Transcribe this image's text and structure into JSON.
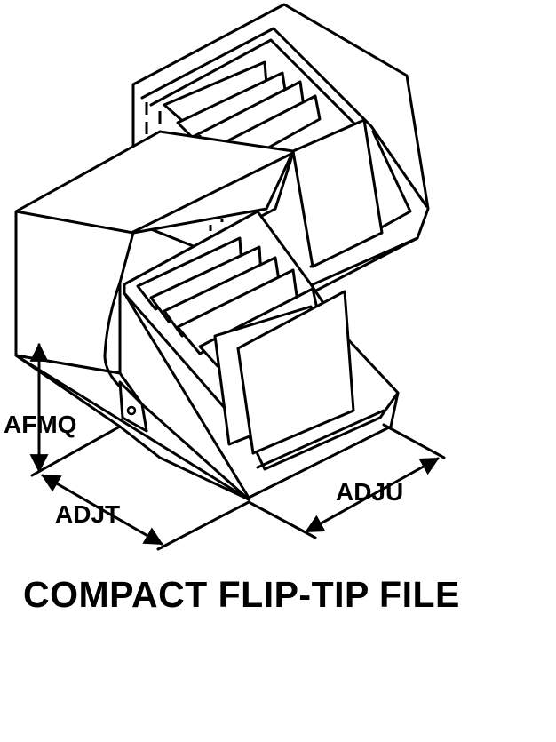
{
  "title": "COMPACT FLIP-TIP FILE",
  "dimensions": {
    "height": "AFMQ",
    "width": "ADJT",
    "depth": "ADJU"
  }
}
